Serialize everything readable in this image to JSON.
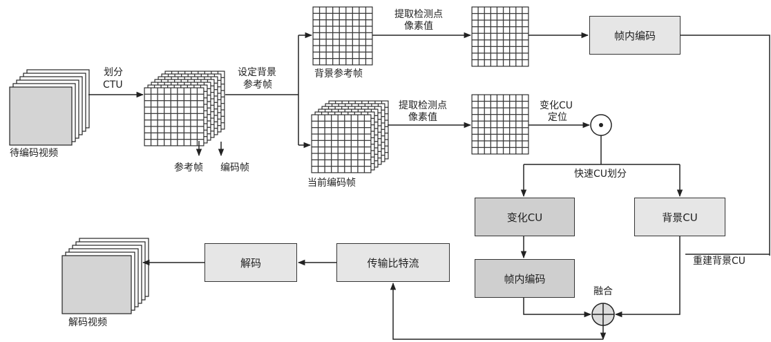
{
  "labels": {
    "input_video": "待编码视频",
    "split_ctu_1": "划分",
    "split_ctu_2": "CTU",
    "set_bg_ref_1": "设定背景",
    "set_bg_ref_2": "参考帧",
    "ref_frame": "参考帧",
    "encode_frame": "编码帧",
    "bg_ref_frame": "背景参考帧",
    "current_encode_frame": "当前编码帧",
    "extract_top_1": "提取检测点",
    "extract_top_2": "像素值",
    "extract_mid_1": "提取检测点",
    "extract_mid_2": "像素值",
    "change_cu_locate_1": "变化CU",
    "change_cu_locate_2": "定位",
    "fast_cu_split": "快速CU划分",
    "rebuild_bg_cu": "重建背景CU",
    "fusion": "融合",
    "decoded_video": "解码视频"
  },
  "boxes": {
    "intra_top": "帧内编码",
    "change_cu": "变化CU",
    "background_cu": "背景CU",
    "intra_bottom": "帧内编码",
    "bitstream": "传输比特流",
    "decode": "解码"
  },
  "colors": {
    "line": "#222222",
    "box_light": "#e6e6e6",
    "box_dark": "#cfcfcf",
    "frame_fill": "#d4d4d4"
  }
}
